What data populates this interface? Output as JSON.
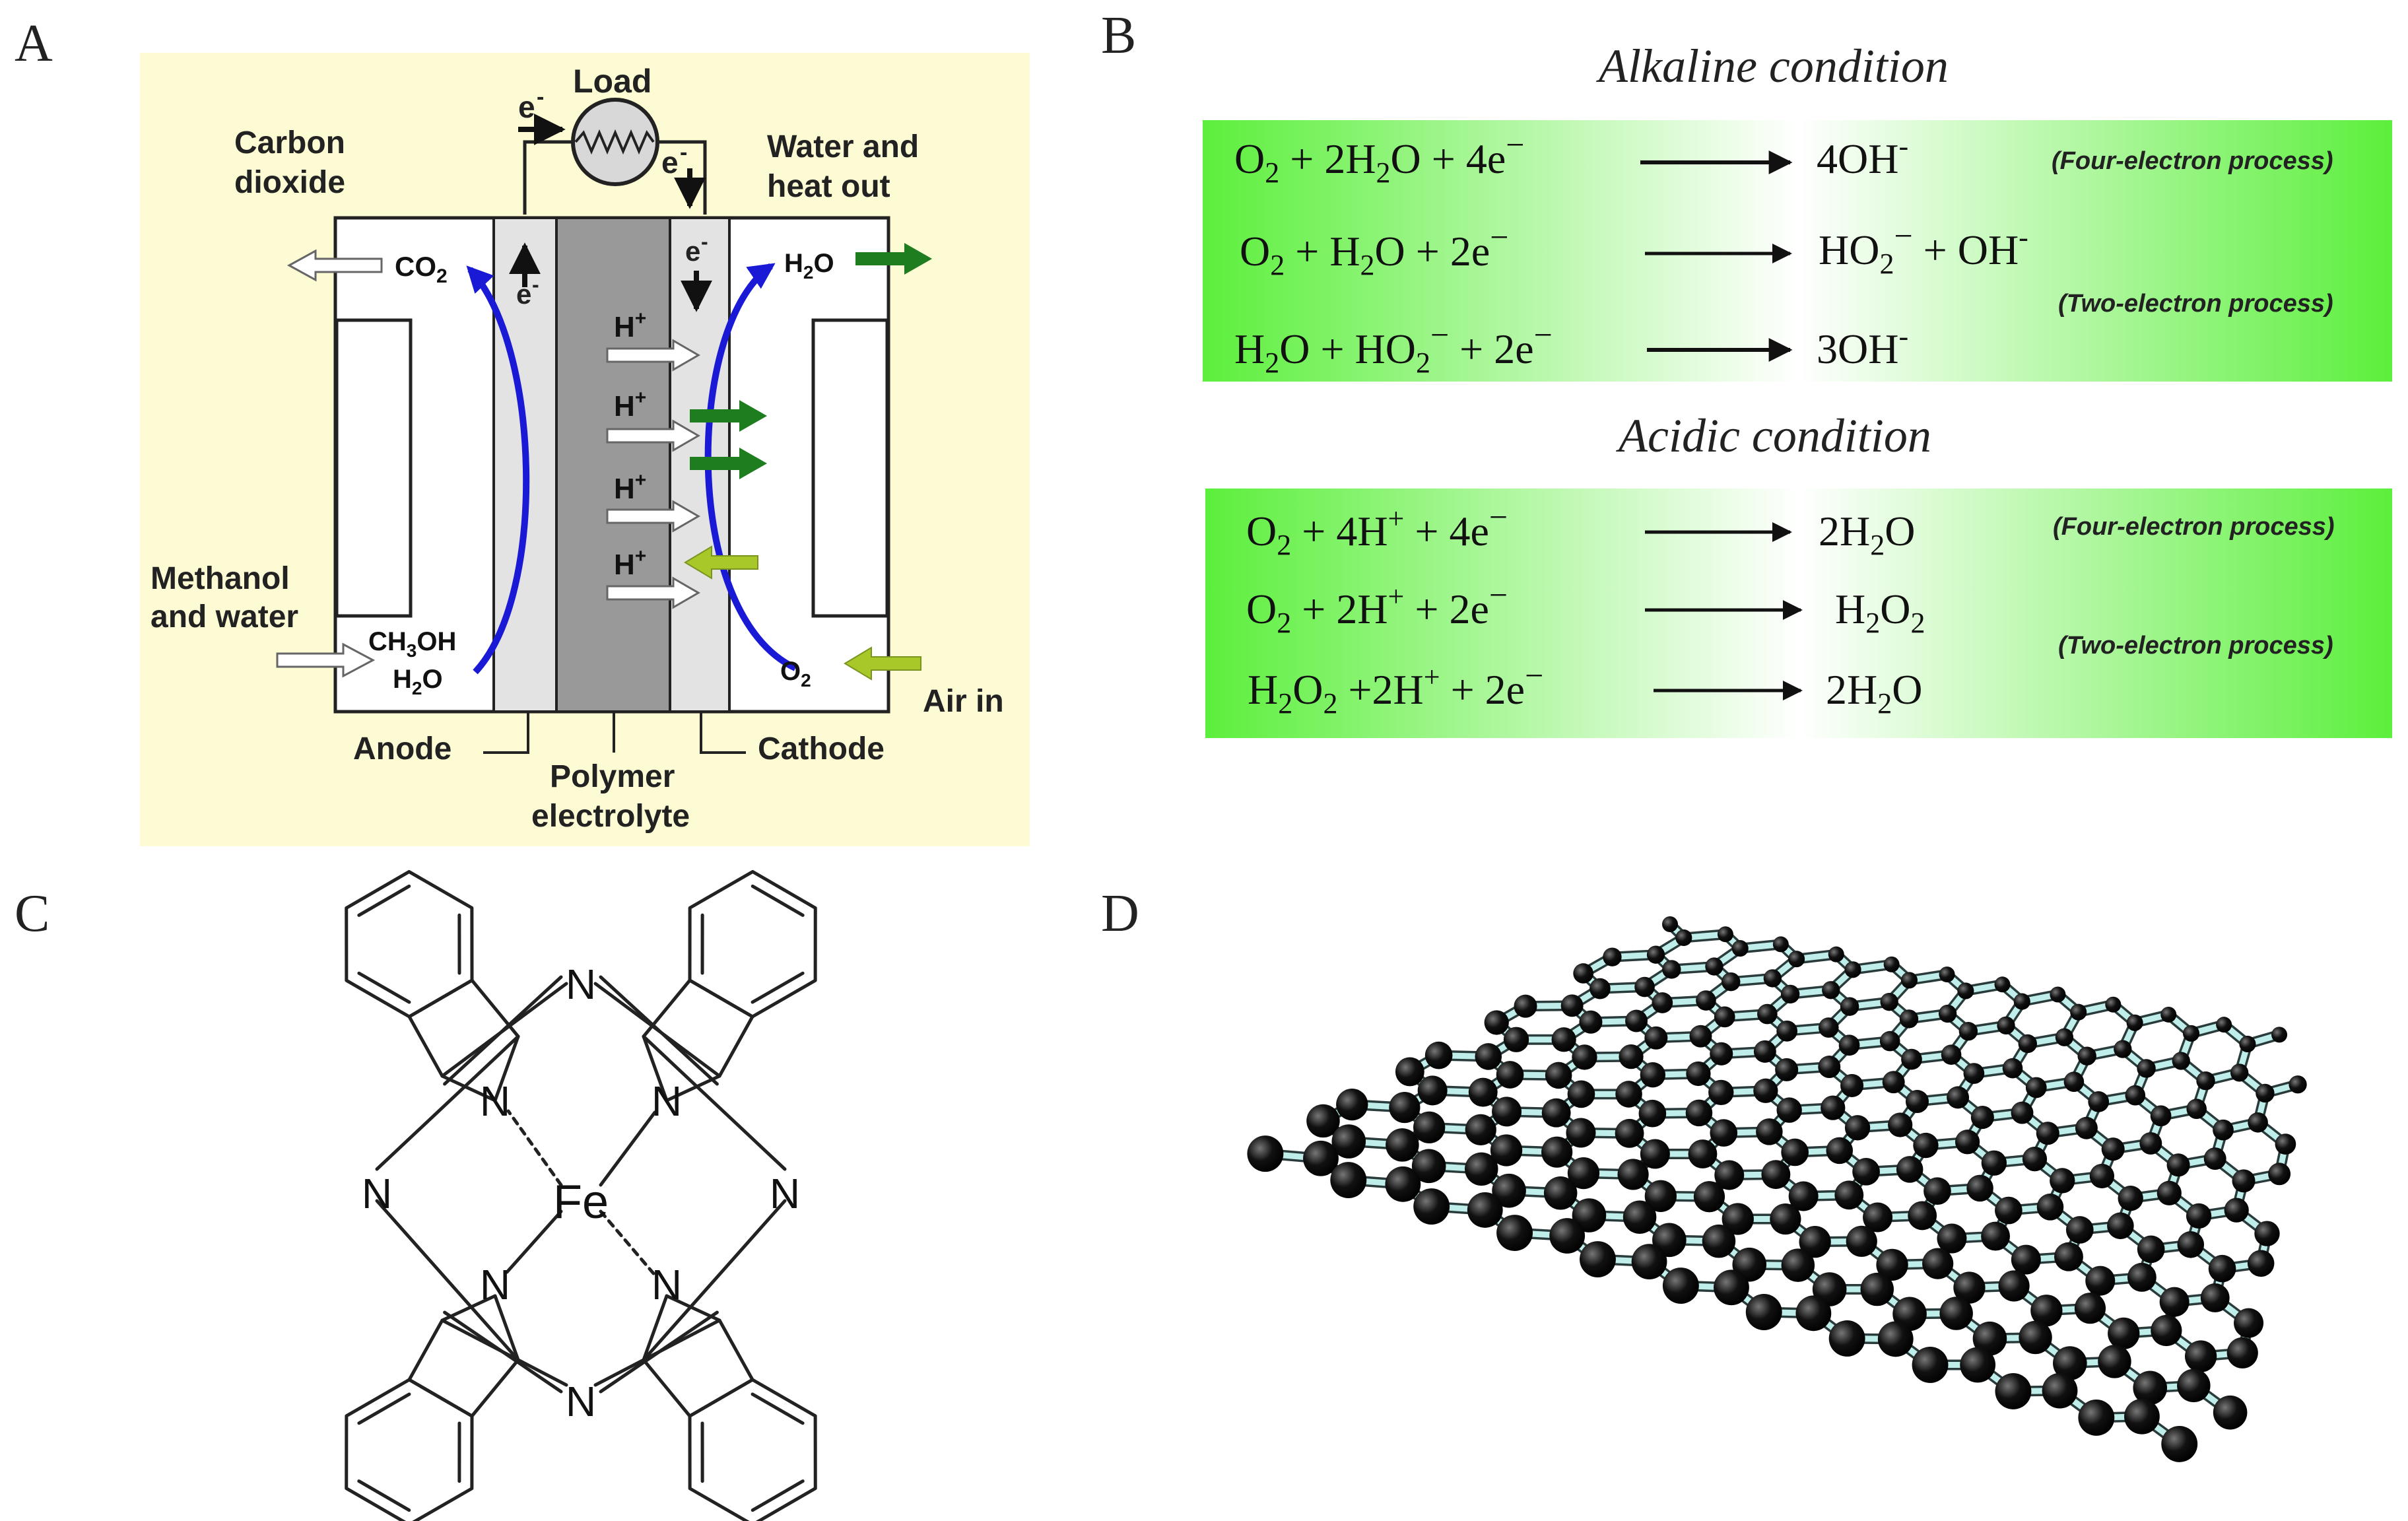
{
  "panels": {
    "a": "A",
    "b": "B",
    "c": "C",
    "d": "D"
  },
  "fuel_cell": {
    "load": "Load",
    "electron": "e",
    "electron_sup": "-",
    "left_top_1": "Carbon",
    "left_top_2": "dioxide",
    "right_top_1": "Water and",
    "right_top_2": "heat out",
    "co2_main": "CO",
    "co2_sub": "2",
    "h2o_out_main": "H",
    "h2o_out_sub": "2",
    "h2o_out_end": "O",
    "proton_main": "H",
    "proton_sup": "+",
    "methanol_1": "Methanol",
    "methanol_2": "and water",
    "ch3oh_a": "CH",
    "ch3oh_sub": "3",
    "ch3oh_b": "OH",
    "h2o_in_main": "H",
    "h2o_in_sub": "2",
    "h2o_in_end": "O",
    "o2_main": "O",
    "o2_sub": "2",
    "air_in": "Air in",
    "anode": "Anode",
    "cathode": "Cathode",
    "polymer_1": "Polymer",
    "polymer_2": "electrolyte",
    "colors": {
      "background": "#fdfbd3",
      "membrane": "#999999",
      "electrode": "#e3e3e3",
      "flow": "#1a1ad6",
      "green_arrow": "#1e7d1e",
      "yellow_arrow": "#a8c82a"
    }
  },
  "reactions": {
    "alkaline_title": "Alkaline condition",
    "acidic_title": "Acidic condition",
    "four_electron": "(Four-electron process)",
    "two_electron": "(Two-electron process)",
    "box_colors": {
      "edge": "#5cef3c",
      "center": "#ffffff"
    }
  },
  "molecule": {
    "center_atom": "Fe",
    "n_label": "N"
  }
}
